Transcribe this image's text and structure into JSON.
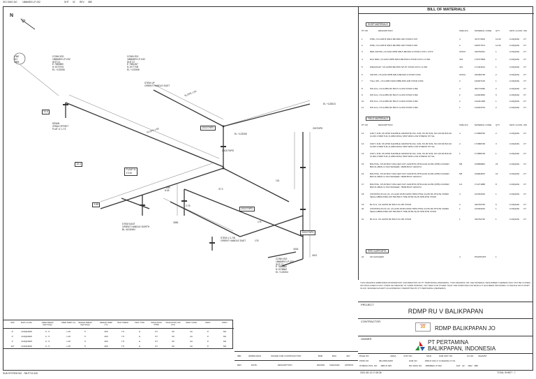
{
  "header": {
    "iso_dwg_no_label": "ISO DWG NO",
    "iso_dwg_no": "1866ME01-P-032",
    "sht_label": "SHT",
    "sht": "02",
    "rev_label": "REV",
    "rev": "0B0"
  },
  "drawing": {
    "north": "N",
    "labels": {
      "conn_left": [
        "CONN ISO.",
        "1866ME01-P-032",
        "SHT 01",
        "E 7880860",
        "N 1070704",
        "EL +123306"
      ],
      "conn_mid": [
        "CONN ISO.",
        "1866ME01-P-032",
        "SHT 07",
        "E 7881267",
        "N 1077708",
        "EL +123306"
      ],
      "conn_bottom": [
        "CONN ISO.",
        "1866ME01-P-032",
        "SHT 07",
        "E 7880860",
        "N 1078862",
        "EL +123304"
      ],
      "stem_up": [
        "STEM UP",
        "ORIENT HANDLE EAST"
      ],
      "stem_east": [
        "STEM EAST",
        "ORIENT HANDLE NORTH",
        "BL 4123/WN"
      ],
      "stem_u": [
        "STEM U 1-7/8",
        "ORIENT HANDLE EAST"
      ],
      "plant_n": [
        "PLANT N",
        "17/15"
      ],
      "offset": [
        "DRAIN",
        "2FNW OFFSET",
        "FLAT U 1.7.5"
      ],
      "slope1": "SLOPE 1:50",
      "slope2": "SLOPE 1:50",
      "el_right": "EL +123813",
      "el_mid": "EL +123306",
      "dim": [
        "2002/7NPD",
        "2002/7NPD",
        "2002/7NPD",
        "2002/7NPD",
        "2007NPD"
      ],
      "small": [
        "51.6",
        "32.4",
        "2.68",
        "8.45",
        "209",
        "2.75",
        "37.3",
        "3065",
        "101",
        "175",
        "175",
        "4018",
        "4012"
      ]
    }
  },
  "bom": {
    "title": "BILL OF MATERIALS",
    "shop_section": "SHOP MATERIALS",
    "field_section": "FIELD MATERIALS",
    "supports_section": "PIPE SUPPORTS",
    "cols": [
      "PT NO",
      "DESCRIPTION",
      "SIZE (IN)",
      "MATERIAL CODE",
      "QTY",
      "MATL CLASS",
      "INS"
    ],
    "shop_rows": [
      {
        "n": "1",
        "d": "PIPE, CS A106 B SMLS BE B36.10M XXS/R 0.070",
        "s": "4",
        "c": "447174500",
        "q": "14.00",
        "k": "1C0Q1MH",
        "u": "CT"
      },
      {
        "n": "2",
        "d": "PIPE, CS A106 B SMLS BE B36.10M XXS/R 0.093",
        "s": "2",
        "c": "160577974",
        "q": "14.00",
        "k": "1C0Q1MH",
        "u": "CT"
      },
      {
        "n": "3",
        "d": "RED CROSS, CS A234 WPB SMLS BE B16.9 XXS/R 0.070 x 0.070",
        "s": "2X2X2",
        "c": "160750261",
        "q": "1",
        "k": "1C0Q1MH",
        "u": "CT"
      },
      {
        "n": "4",
        "d": "ECC RED, CS A234 WPB SMLS BE B16.9 XXS/R 0.070 x 0.093",
        "s": "4X2",
        "c": "170707808",
        "q": "1",
        "k": "1C0Q1MH",
        "u": "CT"
      },
      {
        "n": "5",
        "d": "WELDOLET, CS A105N BE MSS SP-97 XXS/R 0.070 x 0.093",
        "s": "4X1",
        "c": "171444914",
        "q": "1",
        "k": "1C0Q1MH",
        "u": "CT"
      },
      {
        "n": "6",
        "d": "CROSS, CS A234 WPB SMLS BE B16.9 XXS/R 0.093",
        "s": "2X2X2",
        "c": "160456738",
        "q": "2",
        "k": "1C0Q1MH",
        "u": "CT"
      },
      {
        "n": "7",
        "d": "Them 4PL, CS A105N SMLS BBE B36.10M XXS/R 0.093",
        "s": "2",
        "c": "162607145",
        "q": "1",
        "k": "1C0Q1MH",
        "u": "CT"
      },
      {
        "n": "8",
        "d": "WN FLG, CS A105N RF B16.5 CL150 XXS/R 0.090",
        "s": "4",
        "c": "362776286",
        "q": "2",
        "k": "1C0Q1MH",
        "u": "CT"
      },
      {
        "n": "9",
        "d": "WN FLG, CS A105N RF B16.5 CL150 XXS/R 0.093",
        "s": "2",
        "c": "124043836",
        "q": "6",
        "k": "1C0Q1MH",
        "u": "CT"
      },
      {
        "n": "10",
        "d": "WN FLG, CS A105N RF B16.5 CL300 XXS/R 0.093",
        "s": "2",
        "c": "123431498",
        "q": "1",
        "k": "1C0Q1MH",
        "u": "CT"
      },
      {
        "n": "11",
        "d": "WN FLG, CS A105N RF B16.5 CL150 XXS/R 0.093",
        "s": "1",
        "c": "124043763",
        "q": "2",
        "k": "1C0Q1MH",
        "u": "CT"
      }
    ],
    "field_rows": [
      {
        "n": "12",
        "d": "GSKT, 316L SS WND FLEXIBLE GRAPHITE FILL 316L SS I/R 316L SS C/R RF B16.20 CL150 4.5MM THK (3.2MM RING) SPW WND LOW STRESS STYLE",
        "s": "4",
        "c": "171868750",
        "q": "2",
        "k": "1C0Q1MH",
        "u": "CT"
      },
      {
        "n": "13",
        "d": "GSKT, 316L SS WND FLEXIBLE GRAPHITE FILL 316L SS I/R 316L SS C/R RF B16.20 CL150 4.5MM THK (3.2MM RING) SPW WND LOW STRESS STYLE",
        "s": "2",
        "c": "171868748",
        "q": "3",
        "k": "1C0Q1MH",
        "u": "CT"
      },
      {
        "n": "14",
        "d": "GSKT, 316L SS WND FLEXIBLE GRAPHITE FILL 316L SS I/R 316L SS C/R RF B16.20 CL300 4.5MM THK (3.2MM RING) SPW WND LOW STRESS STYLE",
        "s": "1",
        "c": "171868728",
        "q": "1",
        "k": "1C0Q1MH",
        "u": "CT"
      },
      {
        "n": "15",
        "d": "BOLTING, STUD BOLT WIH HEX NUT A193 B7M, BTM A194 2H BK (PPB) COATED B18.31.2B18.2.2 W/2 WASHER; 16MM BOLT LENGTH",
        "s": "5/8",
        "c": "154858862",
        "q": "24",
        "k": "1C0Q1MH",
        "u": "CT"
      },
      {
        "n": "16",
        "d": "BOLTING, STUD BOLT WIH HEX NUT A193 B7M, BTM A194 2H BK (PPB) COATED B18.31.2B18.2.2 W/2 WASHER; 16MM BOLT LENGTH",
        "s": "5/8",
        "c": "154804876",
        "q": "16",
        "k": "1C0Q1MH",
        "u": "CT"
      },
      {
        "n": "17",
        "d": "BOLTING, STUD BOLT WIH HEX NUT A193 B7M, BTM A194 2H BK (PPB) COATED B18.31.2B18.2.2 W/2 WASHER; 75MM BOLT LENGTH",
        "s": "1/2",
        "c": "171271888",
        "q": "8",
        "k": "1C0Q1MH",
        "u": "CT"
      },
      {
        "n": "18",
        "d": "(VPC8763) PLUG VA, CS A216 WCB 316SS TRIM PTFE CL150 RF PP ETE TAPER SEALLUBRICATED API 599 B16.5 TWE RTFE SLVD SPR-RTE XXS/R",
        "s": "4",
        "c": "161532919",
        "q": "1",
        "k": "1C0Q1MH",
        "u": "CT"
      },
      {
        "n": "19",
        "d": "BL FLG, CS A105N RF B16.5 CL150 XXS/R",
        "s": "2",
        "c": "332792750",
        "q": "6",
        "k": "1C0Q1MH",
        "u": "CT"
      },
      {
        "n": "20",
        "d": "(VPC8763) PLUG VA, CS A216 WCB 316SS TRIM PTFE CL150 RF PP ETE TAPER SEALLUBRICATED API 599 B16.5 TWE RTFE SLVD SPR-RTE XXS/R",
        "s": "1",
        "c": "161532916",
        "q": "1",
        "k": "1C0Q1MH",
        "u": "CT"
      },
      {
        "n": "21",
        "d": "BL FLG, CS A105N RF B16.5 CL150 XXS/R",
        "s": "1",
        "c": "332792736",
        "q": "1",
        "k": "1C0Q1MH",
        "u": "CT"
      }
    ],
    "support_rows": [
      {
        "n": "22",
        "d": "GP HANGERS",
        "s": "4",
        "c": "PSUPPORT",
        "q": "1",
        "k": "",
        "u": ""
      }
    ]
  },
  "notice": "THIS DRAWING EMBODIES PROPRIETARY INFORMATION OF PT PERTAMINA (PERSERO). THIS DRAWING OR THE MATERIAL DESCRIBED THEREON MAY NOT BE COPIED OR DISCLOSED IN ANY FORM OR MEDIUM TO THIRD PARTIES, OR USED FOR OTHER THAN THE PURPOSE FOR WHICH IT HAS BEEN PROVIDED, IN WHOLE OR IN PART IN ANY MANNER EXCEPT AS EXPRESSLY PERMITTED BY PT PERTAMINA (PERSERO).",
  "title_block": {
    "project_label": "PROJECT",
    "project": "RDMP RU V BALIKPAPAN",
    "contractor_label": "CONTRACTOR",
    "contractor": "RDMP BALIKPAPAN JO",
    "owner_label": "OWNER",
    "owner_line1": "PT PERTAMINA",
    "owner_line2": "BALIKPAPAN, INDONESIA",
    "rows": [
      [
        "PAGE NO",
        "",
        "AREA",
        "UNIT NO",
        "",
        "MAN",
        "SUB UNIT NO",
        "",
        "CA NO",
        "SHAMST"
      ],
      [
        "PWID NO",
        "0B-1086-00/05",
        "",
        "LINE NO",
        "",
        "1866-P-032-4\"-1C0Q1MH-CT-01"
      ],
      [
        "STRESS PKG. NO",
        "1866-P-035",
        "",
        "ISO DWG NO",
        "1866ME01-P-032",
        "SHT",
        "02",
        "REV",
        "0B0"
      ]
    ],
    "date_stamp": "2021-08-13  17:08:36",
    "total_sheet": "TOTAL SHEET :  7"
  },
  "rev_table": {
    "rev": "0B0",
    "date": "2008/01/2021",
    "desc": "ISSUED FOR CONSTRUCTION",
    "drawn": "BSB",
    "checked": "BSU",
    "approved": "JKP",
    "headers": [
      "REV",
      "DATE",
      "DESCRIPTION",
      "DRAWN",
      "CHECKED",
      "APPRVD"
    ]
  },
  "design_table": {
    "headers": [
      "NPS",
      "MATL CLASS",
      "OPER PRESS (kg/cm2(g))",
      "OPER TEMP (°C)",
      "DESIGN PRESS (kg/cm2(g))",
      "DESIGN TEMP (°C)",
      "TEST PRESS",
      "TEST TYPE",
      "INSULATION CODE",
      "INSULATION THK (mm)",
      "PAINT CODE",
      "PAINT",
      "PWHT"
    ],
    "rows": [
      [
        "4\"",
        "1C0Q1MH5",
        "0 - 5",
        "1.15",
        "5",
        "200",
        "7.5",
        "H",
        "CT",
        "60",
        "2A",
        "P",
        "NO"
      ],
      [
        "2\"",
        "1C0Q1MH5",
        "0 - 5",
        "1.15",
        "5",
        "200",
        "7.5",
        "H",
        "CT",
        "60",
        "2A",
        "P",
        "NO"
      ],
      [
        "1\"",
        "1C0Q1MH5",
        "0 - 5",
        "1.15",
        "5",
        "200",
        "7.5",
        "H",
        "CT",
        "60",
        "2A",
        "P",
        "NO"
      ],
      [
        "1/2\"",
        "1C0Q1MH5",
        "0 - 5",
        "1.15",
        "5",
        "200",
        "7.5",
        "H",
        "CT",
        "60",
        "2A",
        "P",
        "NO"
      ]
    ]
  },
  "footer": {
    "left": "SUB SYSTEM NO. : 9B-P710-100"
  }
}
